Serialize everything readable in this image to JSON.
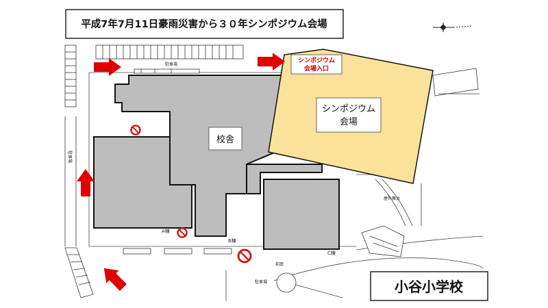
{
  "map": {
    "title": "平成7年7月11日豪雨災害から３０年シンポジウム会場",
    "school_name": "小谷小学校",
    "main_building_label": "校舎",
    "venue_label_line1": "シンポジウム",
    "venue_label_line2": "会場",
    "entrance_label_line1": "シンポジウム",
    "entrance_label_line2": "会場入口",
    "building_a": "A棟",
    "building_b": "B棟",
    "building_c": "C棟",
    "parking_top": "駐車場",
    "parking_left": "駐車場",
    "parking_bottom": "駐車場",
    "outdoor_stage": "屋外舞台",
    "front_garden": "前庭",
    "colors": {
      "building_fill": "#bdbdbd",
      "venue_fill": "#fbe29a",
      "arrow_red": "#e00000",
      "no_entry_red": "#d21b1b"
    }
  }
}
